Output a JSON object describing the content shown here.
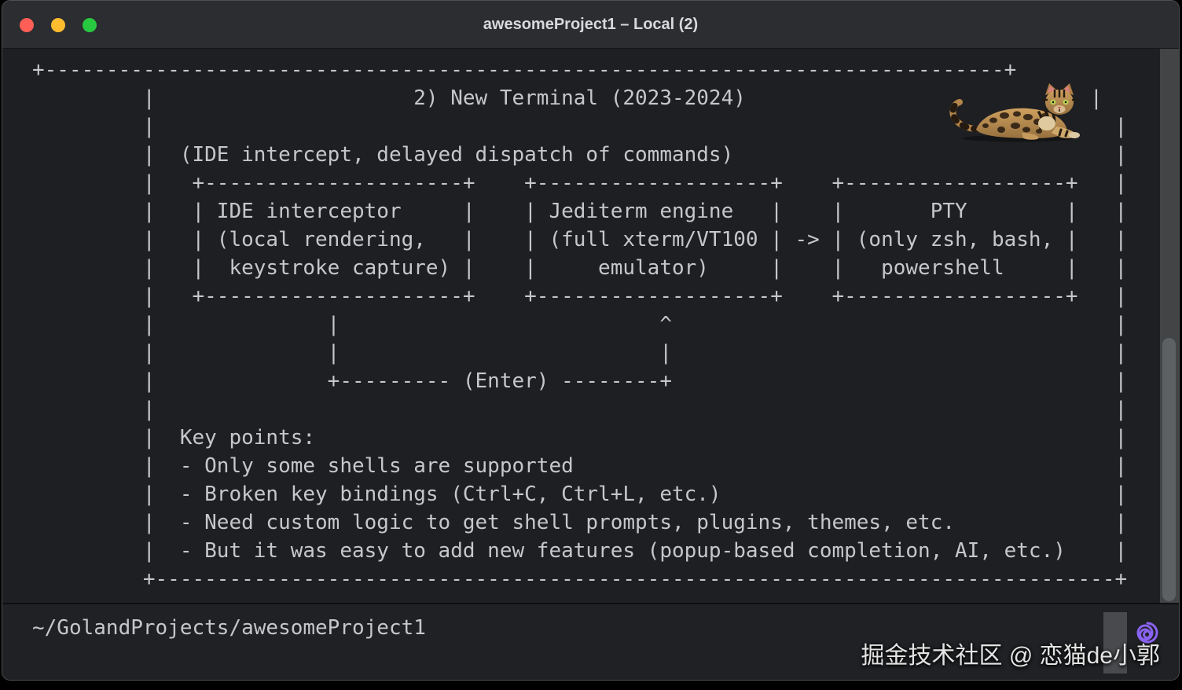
{
  "window": {
    "title": "awesomeProject1 – Local (2)"
  },
  "terminal": {
    "ascii_lines": [
      "+------------------------------------------------------------------------------+",
      "         |                     2) New Terminal (2023-2024)                            |",
      "         |                                                                              |",
      "         |  (IDE intercept, delayed dispatch of commands)                               |",
      "         |   +---------------------+    +-------------------+    +------------------+   |",
      "         |   | IDE interceptor     |    | Jediterm engine   |    |       PTY        |   |",
      "         |   | (local rendering,   |    | (full xterm/VT100 | -> | (only zsh, bash, |   |",
      "         |   |  keystroke capture) |    |     emulator)     |    |   powershell     |   |",
      "         |   +---------------------+    +-------------------+    +------------------+   |",
      "         |              |                          ^                                    |",
      "         |              |                          |                                    |",
      "         |              +--------- (Enter) --------+                                    |",
      "         |                                                                              |",
      "         |  Key points:                                                                 |",
      "         |  - Only some shells are supported                                            |",
      "         |  - Broken key bindings (Ctrl+C, Ctrl+L, etc.)                                |",
      "         |  - Need custom logic to get shell prompts, plugins, themes, etc.             |",
      "         |  - But it was easy to add new features (popup-based completion, AI, etc.)    |",
      "         +------------------------------------------------------------------------------+"
    ]
  },
  "status_bar": {
    "path": "~/GolandProjects/awesomeProject1"
  },
  "watermark": {
    "text": "掘金技术社区 @ 恋猫de小郭"
  },
  "icons": {
    "juejin_logo": "purple-swirl",
    "cat": "bengal-cat-photo"
  },
  "colors": {
    "background": "#1e1f22",
    "titlebar": "#2b2d30",
    "text": "#c5c7cb",
    "traffic_red": "#ff5f57",
    "traffic_yellow": "#febc2e",
    "traffic_green": "#28c840",
    "accent_purple": "#8a63f2",
    "scroll_track": "#424446",
    "scroll_thumb": "#5e6163"
  }
}
